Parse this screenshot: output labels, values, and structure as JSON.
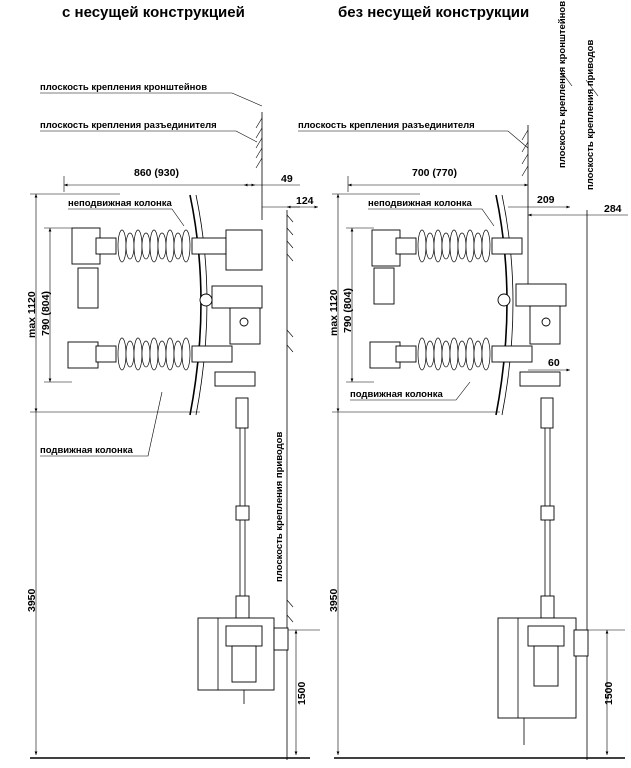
{
  "headings": {
    "left": "с несущей конструкцией",
    "right": "без несущей конструкции"
  },
  "labels": {
    "bracket_plane": "плоскость крепления кронштейнов",
    "disconnector_plane": "плоскость крепления разъединителя",
    "drive_plane": "плоскость крепления приводов",
    "fixed_column": "неподвижная колонка",
    "movable_column": "подвижная колонка"
  },
  "dimensions": {
    "left_width": "860 (930)",
    "left_offset_49": "49",
    "left_offset_124": "124",
    "left_max_height": "max 1120",
    "left_column_spacing": "790 (804)",
    "left_total_height": "3950",
    "left_drive_height": "1500",
    "right_width": "700 (770)",
    "right_offset_209": "209",
    "right_offset_284": "284",
    "right_max_height": "max 1120",
    "right_column_spacing": "790 (804)",
    "right_offset_60": "60",
    "right_total_height": "3950",
    "right_drive_height": "1500"
  }
}
